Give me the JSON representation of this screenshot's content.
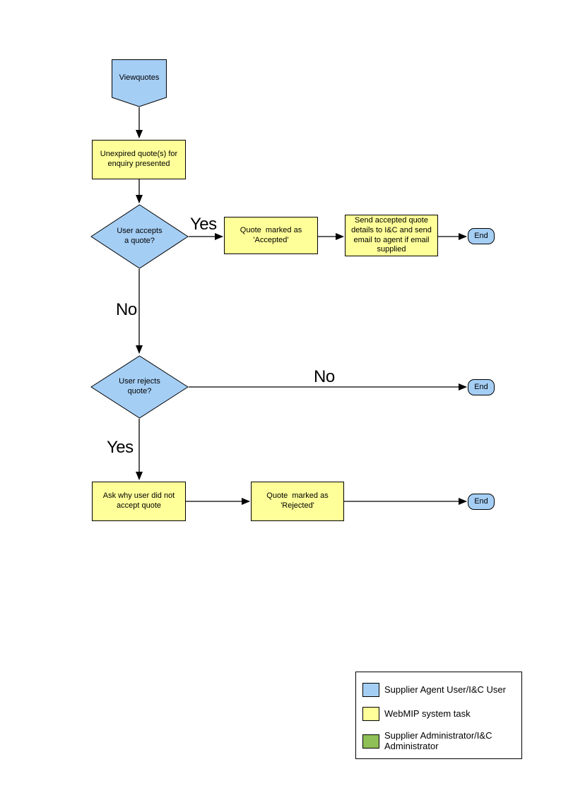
{
  "colors": {
    "actor_blue": "#A5CEF5",
    "task_yellow": "#FFFF99",
    "admin_green": "#8FBF57"
  },
  "nodes": {
    "start": {
      "label": "Viewquotes",
      "shape": "pentagon-down",
      "role": "Supplier Agent User/I&C User"
    },
    "present_quotes": {
      "label": "Unexpired quote(s) for\nenquiry presented",
      "shape": "process",
      "role": "WebMIP system task"
    },
    "accept_decision": {
      "label": "User accepts\na quote?",
      "shape": "decision",
      "role": "Supplier Agent User/I&C User"
    },
    "mark_accepted": {
      "label": "Quote  marked as\n'Accepted'",
      "shape": "process",
      "role": "WebMIP system task"
    },
    "send_details": {
      "label": "Send accepted quote\ndetails to I&C and send\nemail to agent if email\nsupplied",
      "shape": "process",
      "role": "WebMIP system task"
    },
    "end_accepted": {
      "label": "End",
      "shape": "terminator"
    },
    "reject_decision": {
      "label": "User rejects\nquote?",
      "shape": "decision",
      "role": "Supplier Agent User/I&C User"
    },
    "end_no_action": {
      "label": "End",
      "shape": "terminator"
    },
    "ask_why": {
      "label": "Ask why user did not\naccept quote",
      "shape": "process",
      "role": "WebMIP system task"
    },
    "mark_rejected": {
      "label": "Quote  marked as\n'Rejected'",
      "shape": "process",
      "role": "WebMIP system task"
    },
    "end_rejected": {
      "label": "End",
      "shape": "terminator"
    }
  },
  "edge_labels": {
    "accept_yes": "Yes",
    "accept_no": "No",
    "reject_no": "No",
    "reject_yes": "Yes"
  },
  "legend": {
    "items": [
      {
        "color": "#A5CEF5",
        "label": "Supplier Agent User/I&C User"
      },
      {
        "color": "#FFFF99",
        "label": "WebMIP system task"
      },
      {
        "color": "#8FBF57",
        "label": "Supplier Administrator/I&C Administrator"
      }
    ]
  }
}
